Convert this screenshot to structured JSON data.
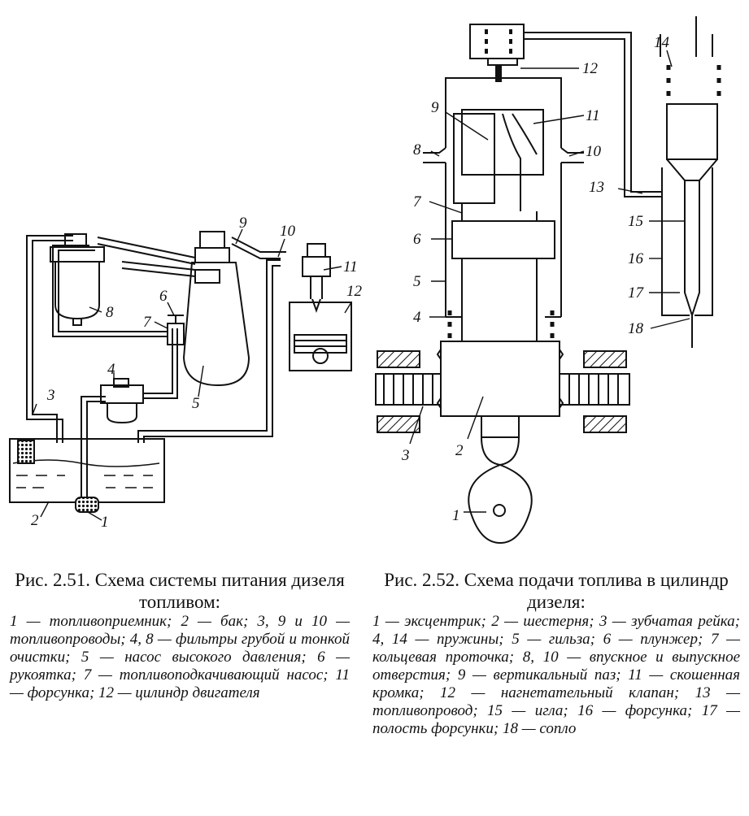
{
  "fig51": {
    "labels": [
      "1",
      "2",
      "3",
      "4",
      "5",
      "6",
      "7",
      "8",
      "9",
      "10",
      "11",
      "12"
    ],
    "caption_title": "Рис. 2.51. Схема системы питания дизеля топливом:",
    "caption_body": "1 — топливоприемник; 2 — бак; 3, 9 и 10 — топливопроводы; 4, 8 — фильтры грубой и тонкой очистки; 5 — насос высокого давления; 6 — рукоятка; 7 — топливоподкачивающий насос; 11 — форсунка; 12 — цилиндр двигателя"
  },
  "fig52": {
    "labels": [
      "1",
      "2",
      "3",
      "4",
      "5",
      "6",
      "7",
      "8",
      "9",
      "10",
      "11",
      "12",
      "13",
      "14",
      "15",
      "16",
      "17",
      "18"
    ],
    "caption_title": "Рис. 2.52. Схема подачи топлива в цилиндр дизеля:",
    "caption_body": "1 — эксцентрик; 2 — шестерня; 3 — зубчатая рейка; 4, 14 — пружины; 5 — гильза; 6 — плунжер; 7 — кольцевая проточка; 8, 10 — впускное и выпускное отверстия; 9 — вертикальный паз; 11 — скошенная кромка; 12 — нагнетательный клапан; 13 — топливопровод; 15 — игла; 16 — форсунка; 17 — полость форсунки; 18 — сопло"
  }
}
